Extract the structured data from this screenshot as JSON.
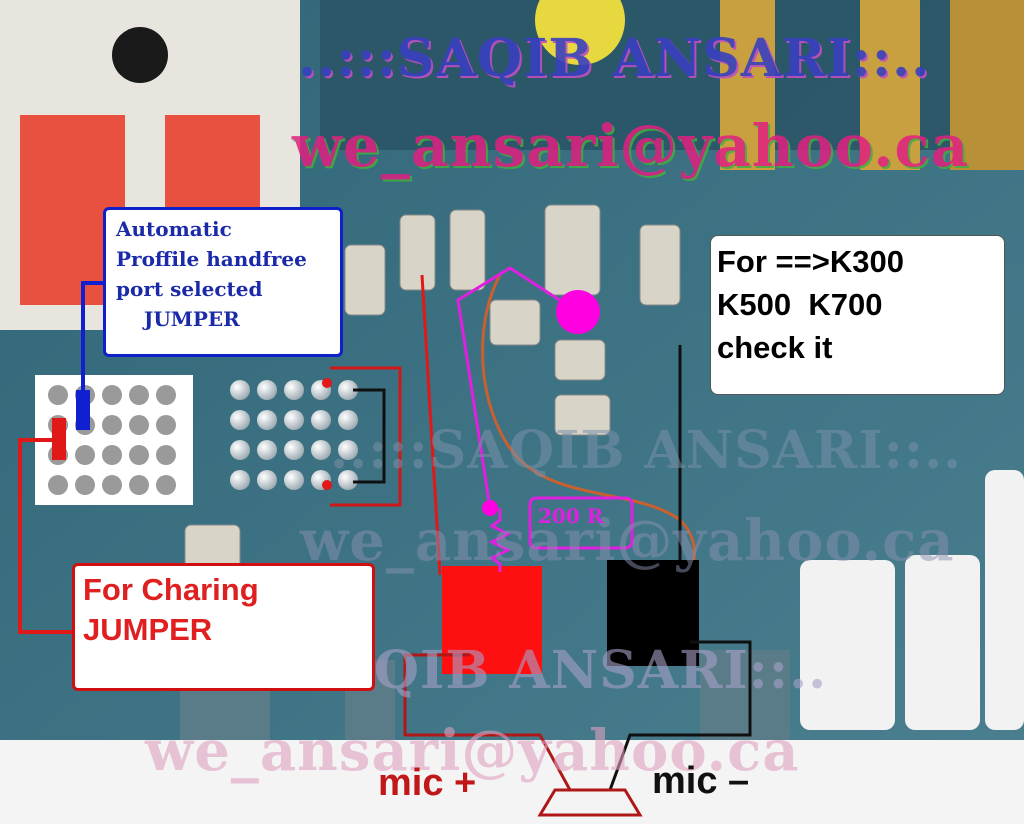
{
  "watermark": {
    "name": "..:::SAQIB ANSARI::..",
    "email": "we_ansari@yahoo.ca"
  },
  "labels": {
    "handfree_jumper": [
      "Automatic",
      "Proffile handfree",
      "port selected",
      "    JUMPER"
    ],
    "charging_jumper": [
      "For Charing",
      "JUMPER"
    ],
    "models": [
      "For ==>K300",
      "K500  K700",
      "check it"
    ],
    "resistor": "200 R",
    "mic_plus": "mic +",
    "mic_minus": "mic –"
  },
  "colors": {
    "board": "#3a6f80",
    "wire_red": "#e01818",
    "wire_black": "#101010",
    "wire_blue": "#1020d0",
    "wire_magenta": "#e020e0",
    "pad_red": "#ff1010",
    "pad_black": "#000000"
  }
}
